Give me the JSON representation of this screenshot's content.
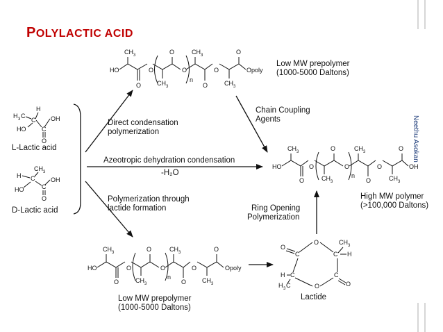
{
  "slide": {
    "title_first": "P",
    "title_rest": "OLYLACTIC ACID",
    "side_text": "Neethu Asokan"
  },
  "labels": {
    "l_lactic": "L-Lactic acid",
    "d_lactic": "D-Lactic acid",
    "direct_1": "Direct condensation",
    "direct_2": "polymerization",
    "azeotropic": "Azeotropic dehydration condensation",
    "water": "-H₂O",
    "lactide_form_1": "Polymerization through",
    "lactide_form_2": "lactide formation",
    "chain_coupling_1": "Chain Coupling",
    "chain_coupling_2": "Agents",
    "ring_opening_1": "Ring Opening",
    "ring_opening_2": "Polymerization",
    "low_mw_top_1": "Low MW prepolymer",
    "low_mw_top_2": "(1000-5000 Daltons)",
    "low_mw_bottom_1": "Low MW prepolymer",
    "low_mw_bottom_2": "(1000-5000 Daltons)",
    "high_mw_1": "High MW polymer",
    "high_mw_2": "(>100,000 Daltons)",
    "lactide": "Lactide"
  },
  "chem": {
    "ch3": "CH",
    "three": "3",
    "ho": "HO",
    "oh": "OH",
    "o": "O",
    "h": "H",
    "n": "n",
    "opoly": "Opoly",
    "h3c": "H",
    "c": "C"
  }
}
